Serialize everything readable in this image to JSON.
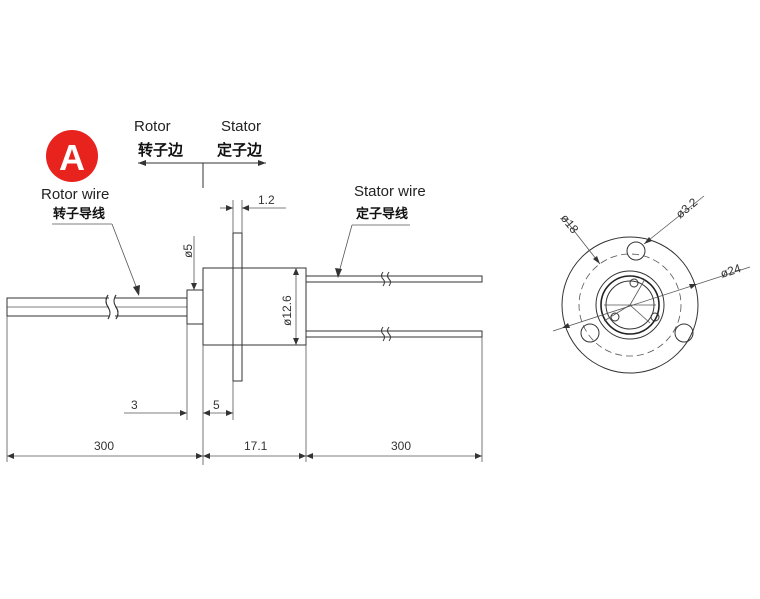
{
  "badge": {
    "letter": "A",
    "color": "#e8231e"
  },
  "labels": {
    "rotor": "Rotor",
    "stator": "Stator",
    "rotor_cn": "转子边",
    "stator_cn": "定子边",
    "rotor_wire": "Rotor wire",
    "rotor_wire_cn": "转子导线",
    "stator_wire": "Stator wire",
    "stator_wire_cn": "定子导线"
  },
  "dimensions": {
    "flange_thickness": "1.2",
    "shaft_diameter": "ø5",
    "body_diameter": "ø12.6",
    "shaft_length": "3",
    "shoulder_length": "5",
    "rotor_wire_length": "300",
    "body_length": "17.1",
    "stator_wire_length": "300",
    "pitch_circle": "ø18",
    "hole_diameter": "ø3.2",
    "flange_diameter": "ø24"
  }
}
